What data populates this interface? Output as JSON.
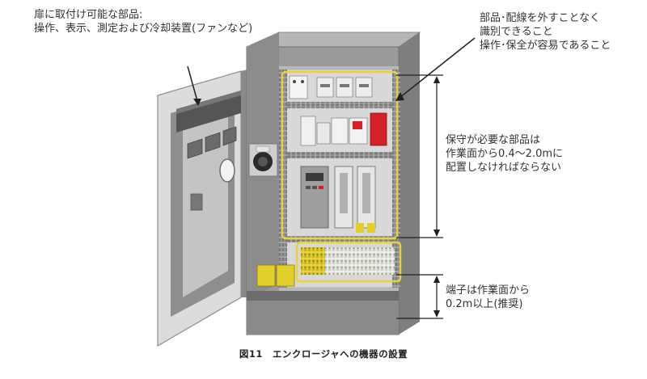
{
  "annotations": {
    "door_parts": [
      "扉に取付け可能な部品:",
      "操作、表示、測定および冷却装置(ファンなど)"
    ],
    "wiring": [
      "部品･配線を外すことなく",
      "識別できること",
      "操作･保全が容易であること"
    ],
    "maintenance_height": [
      "保守が必要な部品は",
      "作業面から0.4～2.0mに",
      "配置しなければならない"
    ],
    "terminal_height": [
      "端子は作業面から",
      "0.2m以上(推奨)"
    ]
  },
  "caption": "図11　エンクロージャへの機器の設置",
  "colors": {
    "highlight": "#e6d23c",
    "cabinet": "#9a9a9a",
    "cabinet_dark": "#7e7e7e",
    "mount_plate": "#d8d8d8",
    "component": "#f0f0f0",
    "duct": "#9c9c9c",
    "red_device": "#d62027",
    "yellow_device": "#e3cf2a",
    "dimension_line": "#222222"
  },
  "icons": [
    "fan-icon",
    "rotary-switch-icon",
    "inverter-icon"
  ]
}
